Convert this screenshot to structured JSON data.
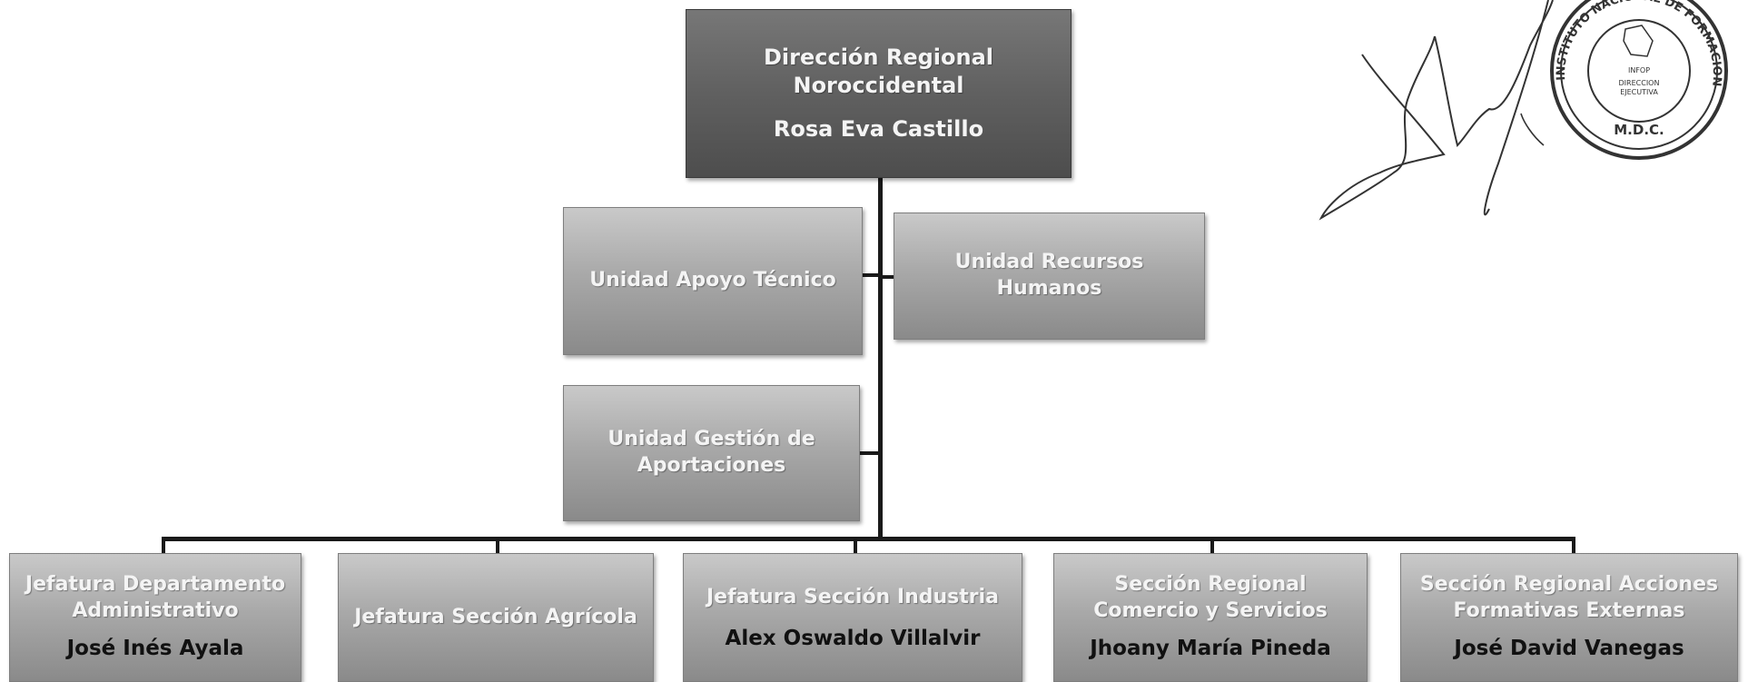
{
  "chart": {
    "root": {
      "title": "Dirección Regional\nNoroccidental",
      "name": "Rosa Eva Castillo"
    },
    "units": [
      {
        "title": "Unidad Apoyo Técnico"
      },
      {
        "title": "Unidad Recursos\nHumanos"
      },
      {
        "title": "Unidad Gestión de\nAportaciones"
      }
    ],
    "departments": [
      {
        "title": "Jefatura Departamento\nAdministrativo",
        "name": "José Inés Ayala"
      },
      {
        "title": "Jefatura Sección Agrícola",
        "name": ""
      },
      {
        "title": "Jefatura Sección Industria",
        "name": "Alex Oswaldo Villalvir"
      },
      {
        "title": "Sección Regional\nComercio y Servicios",
        "name": "Jhoany María Pineda"
      },
      {
        "title": "Sección Regional Acciones\nFormativas Externas",
        "name": "José David Vanegas"
      }
    ]
  },
  "seal": {
    "ring_text": "INSTITUTO NACIONAL DE FORMACION PROFESIONAL",
    "inner_text": "DIRECCION EJECUTIVA",
    "bottom_text": "M.D.C."
  },
  "colors": {
    "box_light": "#a9a9a9",
    "box_dark": "#5f5f5f",
    "box_text": "#f4f4f4",
    "name_text": "#111111",
    "connector": "#1a1a1a"
  }
}
